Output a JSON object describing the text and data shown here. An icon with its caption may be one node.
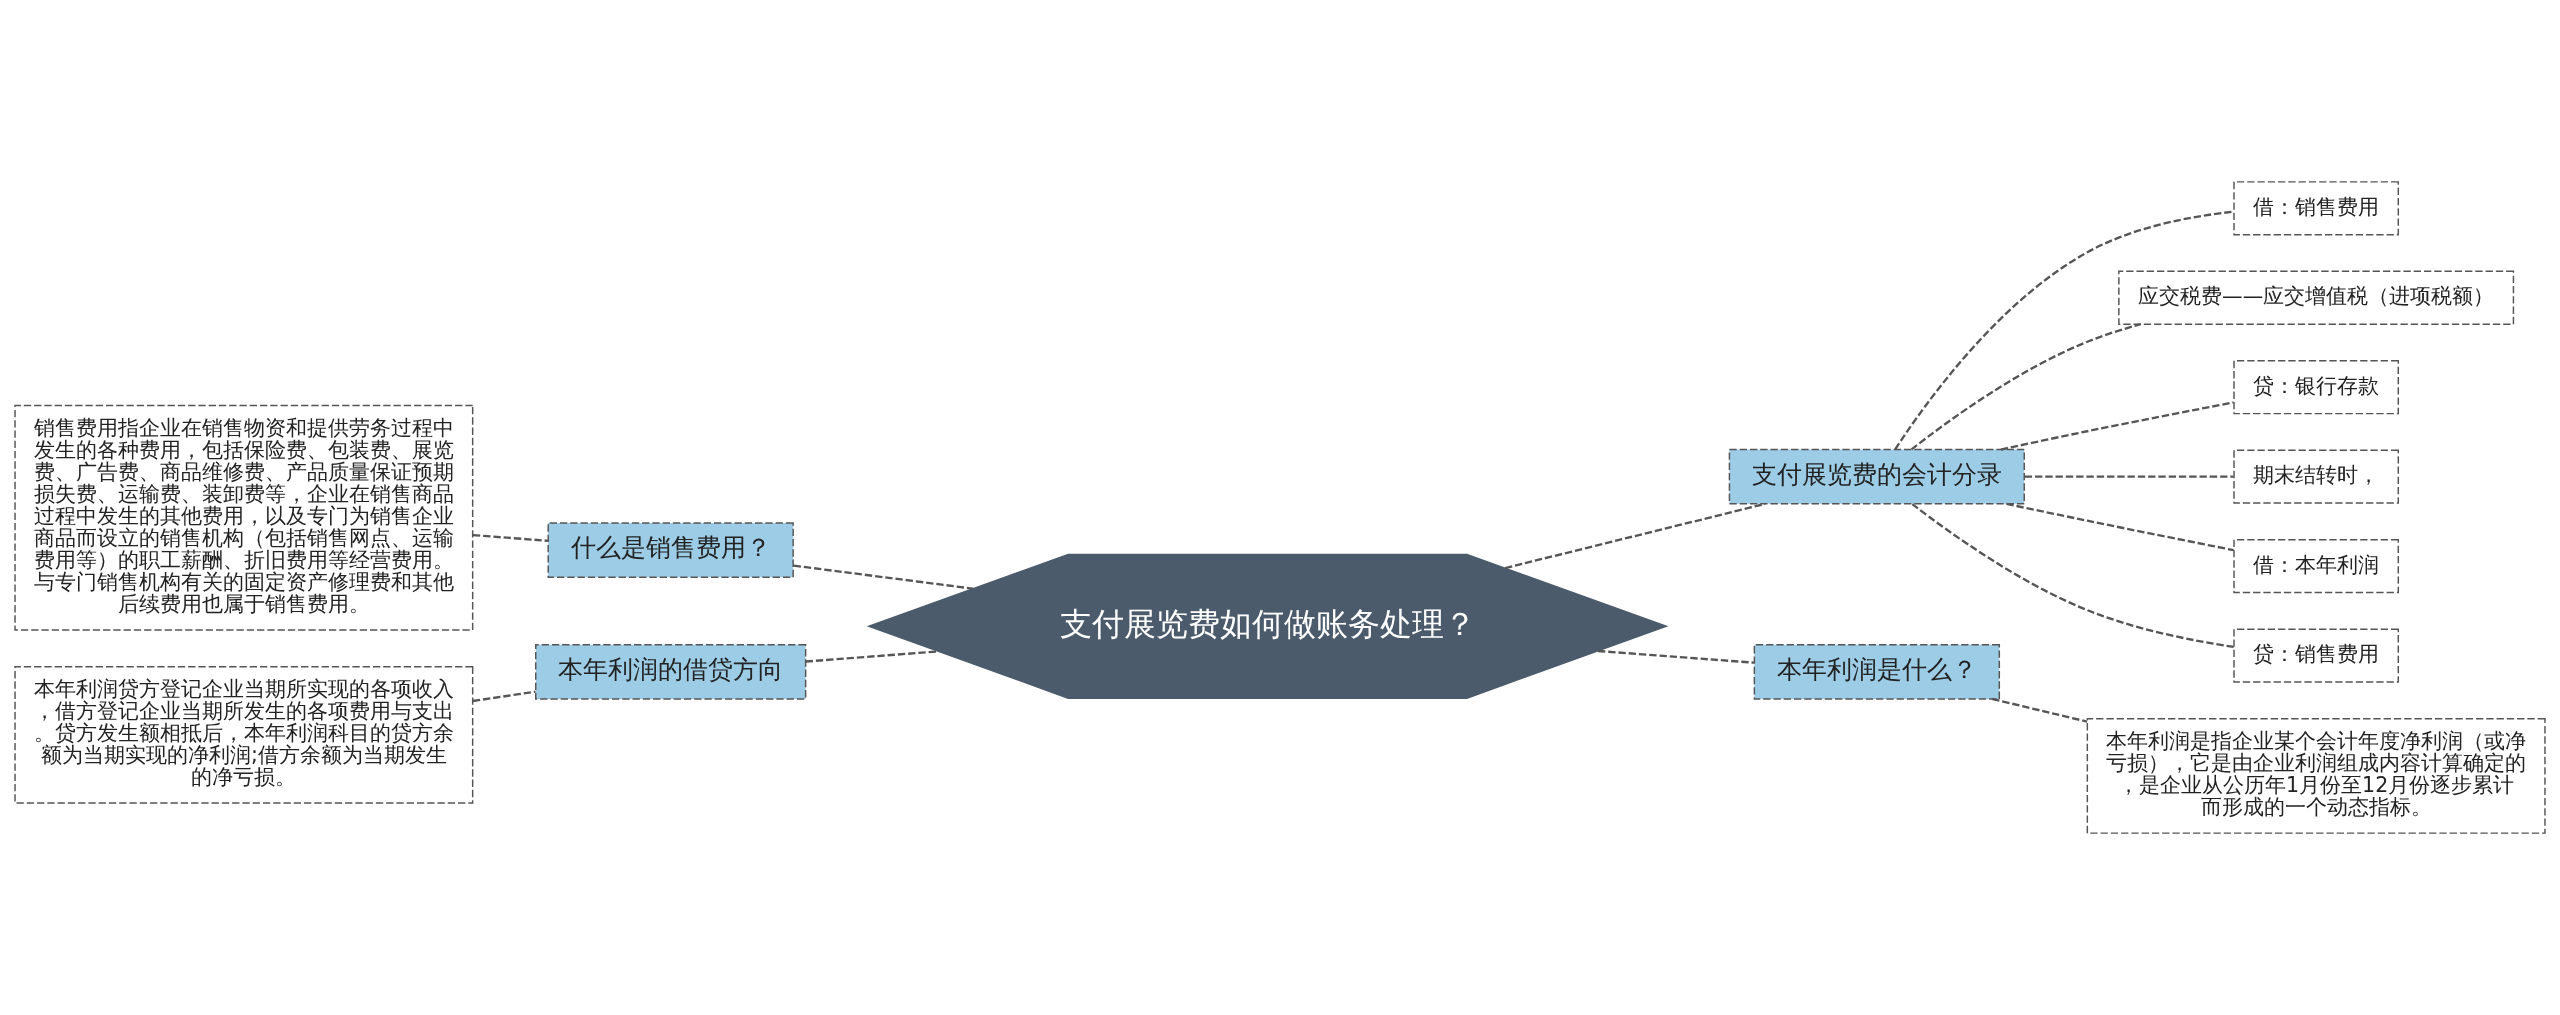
{
  "diagram": {
    "nodes": [
      {
        "text": [
          "支付展览费如何做账务处理？"
        ]
      },
      {
        "text": [
          "什么是销售费用？"
        ]
      },
      {
        "text": [
          "销售费用指企业在销售物资和提供劳务过程中发生的各种费用，包括保险费、包装费、展览费、广告费、商品维修费、产品质量保证预期损失费、运输费、装卸费等，企业在销售商品过程中发生的其他费用，以及专门为销售企业商品而设立的销售机构（包括销售网点、运输费用等）的职工薪酬、折旧费用等经营费用。与专门销售机构有关的固定资产修理费和其他后续费用也属于销售费用。"
        ]
      },
      {
        "text": [
          "本年利润的借贷方向"
        ]
      },
      {
        "text": [
          "本年利润贷方登记企业当期所实现的各项收入，借方登记企业当期所发生的各项费用与支出。贷方发生额相抵后，本年利润科目的贷方余额为当期实现的净利润;借方余额为当期发生的净亏损。"
        ]
      },
      {
        "text": [
          "支付展览费的会计分录"
        ]
      },
      {
        "text": [
          "借：销售费用"
        ]
      },
      {
        "text": [
          "应交税费——应交增值税（进项税额）"
        ]
      },
      {
        "text": [
          "贷：银行存款"
        ]
      },
      {
        "text": [
          "期末结转时，"
        ]
      },
      {
        "text": [
          "借：本年利润"
        ]
      },
      {
        "text": [
          "贷：销售费用"
        ]
      },
      {
        "text": [
          "本年利润是什么？"
        ]
      },
      {
        "text": [
          "本年利润是指企业某个会计年度净利润（或净亏损），它是由企业利润组成内容计算确定的，是企业从公历年1月份至12月份逐步累计而形成的一个动态指标。"
        ]
      }
    ],
    "edges": [
      {
        "from": 0,
        "to": 1,
        "arrow": "none",
        "style": "dashed"
      },
      {
        "from": 1,
        "to": 2,
        "arrow": "none",
        "style": "dashed"
      },
      {
        "from": 0,
        "to": 3,
        "arrow": "none",
        "style": "dashed"
      },
      {
        "from": 3,
        "to": 4,
        "arrow": "none",
        "style": "dashed"
      },
      {
        "from": 0,
        "to": 5,
        "arrow": "none",
        "style": "dashed"
      },
      {
        "from": 5,
        "to": 6,
        "arrow": "none",
        "style": "dashed"
      },
      {
        "from": 5,
        "to": 7,
        "arrow": "none",
        "style": "dashed"
      },
      {
        "from": 5,
        "to": 8,
        "arrow": "none",
        "style": "dashed"
      },
      {
        "from": 5,
        "to": 9,
        "arrow": "none",
        "style": "dashed"
      },
      {
        "from": 5,
        "to": 10,
        "arrow": "none",
        "style": "dashed"
      },
      {
        "from": 5,
        "to": 11,
        "arrow": "none",
        "style": "dashed"
      },
      {
        "from": 0,
        "to": 12,
        "arrow": "none",
        "style": "dashed"
      },
      {
        "from": 12,
        "to": 13,
        "arrow": "none",
        "style": "dashed"
      }
    ]
  }
}
